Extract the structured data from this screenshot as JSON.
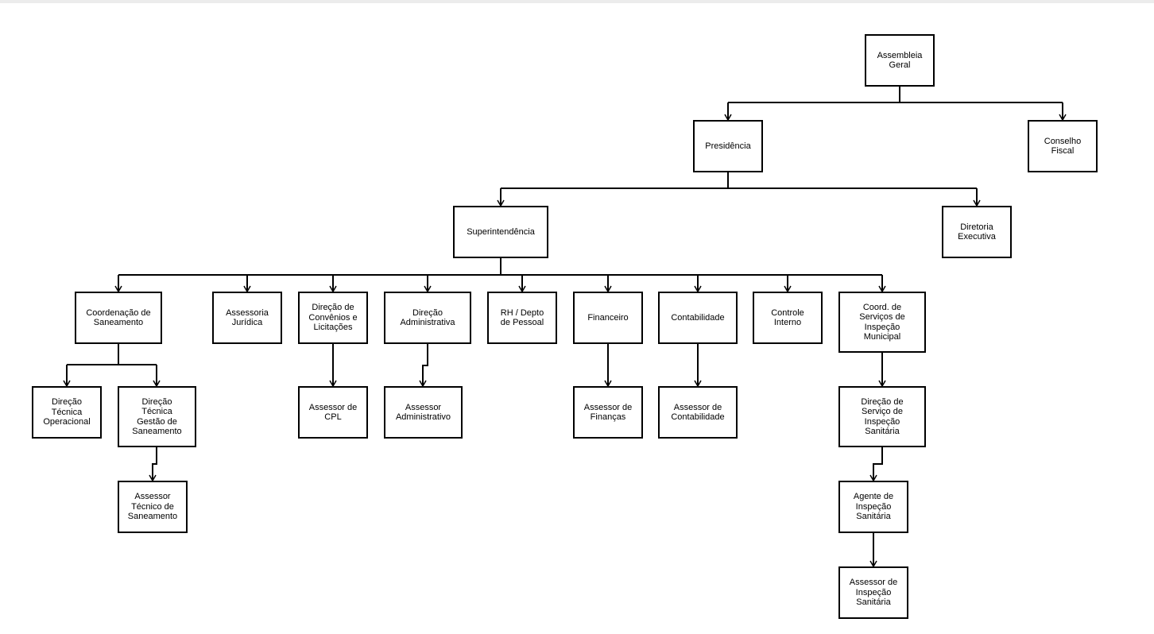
{
  "nodes": {
    "assembleia": "Assembleia\nGeral",
    "presidencia": "Presidência",
    "conselho": "Conselho\nFiscal",
    "superintendencia": "Superintendência",
    "diretoria": "Diretoria\nExecutiva",
    "coordenacao": "Coordenação de\nSaneamento",
    "assessoria_juridica": "Assessoria\nJurídica",
    "direcao_convenios": "Direção de\nConvênios e\nLicitações",
    "direcao_administrativa": "Direção\nAdministrativa",
    "rh": "RH / Depto\nde Pessoal",
    "financeiro": "Financeiro",
    "contabilidade": "Contabilidade",
    "controle_interno": "Controle\nInterno",
    "coord_servicos": "Coord. de\nServiços de\nInspeção\nMunicipal",
    "direcao_tecnica_operacional": "Direção\nTécnica\nOperacional",
    "direcao_tecnica_gestao": "Direção\nTécnica\nGestão de\nSaneamento",
    "assessor_tecnico": "Assessor\nTécnico de\nSaneamento",
    "assessor_cpl": "Assessor de\nCPL",
    "assessor_administrativo": "Assessor\nAdministrativo",
    "assessor_financas": "Assessor de\nFinanças",
    "assessor_contabilidade": "Assessor de\nContabilidade",
    "direcao_servico_inspecao": "Direção de\nServiço de\nInspeção\nSanitária",
    "agente_inspecao": "Agente de\nInspeção\nSanitária",
    "assessor_inspecao": "Assessor de\nInspeção\nSanitária"
  }
}
